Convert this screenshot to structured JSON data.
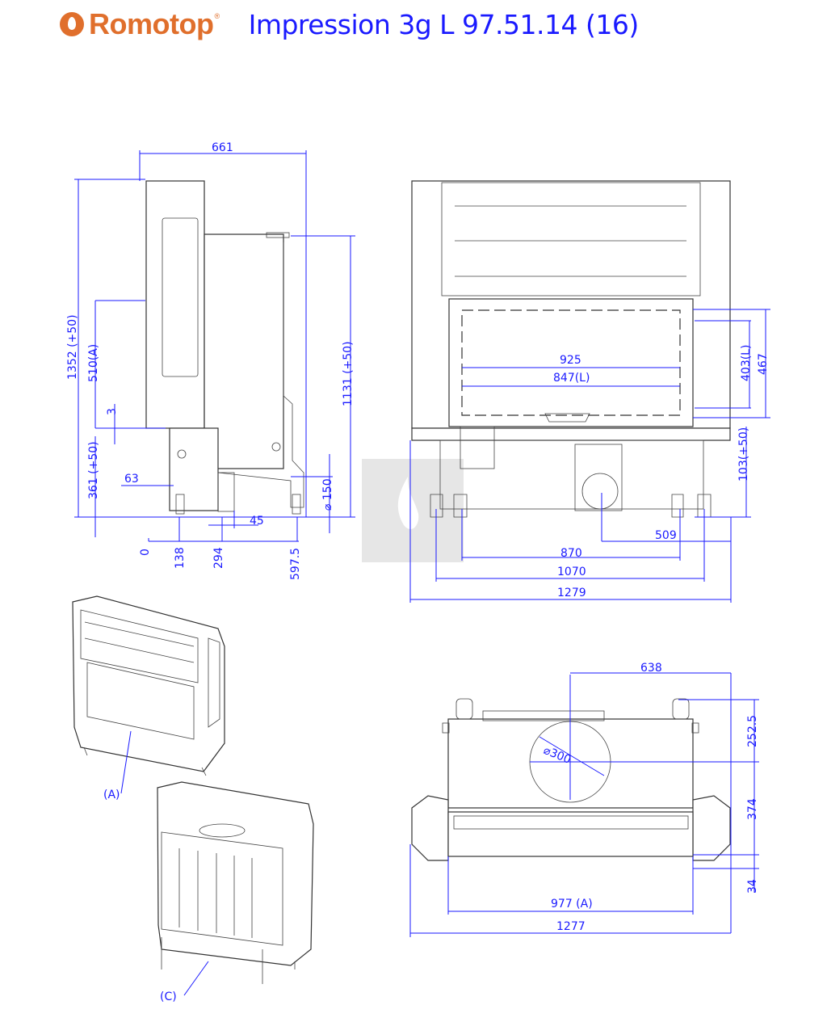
{
  "header": {
    "brand": "Romotop",
    "registered_mark": "®",
    "title": "Impression 3g L 97.51.14 (16)"
  },
  "side_view": {
    "width_top": "661",
    "height_total": "1352 (+50)",
    "height_a": "510(A)",
    "gap": "3",
    "base_height": "361 (+50)",
    "offset_63": "63",
    "height_right": "1131 (+50)",
    "flue_diameter": "⌀ 150",
    "offset_45": "45",
    "x0": "0",
    "x138": "138",
    "x294": "294",
    "x597": "597.5"
  },
  "front_view": {
    "glass_width": "925",
    "glass_width_l": "847(L)",
    "glass_height_l": "403(L)",
    "glass_height": "467",
    "bottom_height": "103(+50)",
    "flue_offset": "509",
    "w870": "870",
    "w1070": "1070",
    "w1279": "1279"
  },
  "top_view": {
    "offset_638": "638",
    "depth_252": "252.5",
    "flue_diameter": "⌀300",
    "depth_374": "374",
    "depth_34": "34",
    "width_a": "977 (A)",
    "width_total": "1277"
  },
  "iso_views": {
    "label_a": "(A)",
    "label_c": "(C)"
  },
  "colors": {
    "dimension": "#1a1aff",
    "brand": "#e06f2c"
  }
}
